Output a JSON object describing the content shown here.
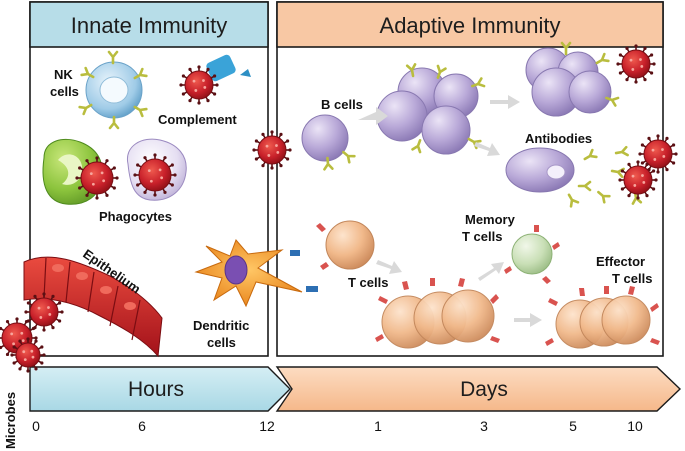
{
  "panels": {
    "innate_title": "Innate Immunity",
    "adaptive_title": "Adaptive Immunity"
  },
  "labels": {
    "nk_cells_line1": "NK",
    "nk_cells_line2": "cells",
    "complement": "Complement",
    "phagocytes": "Phagocytes",
    "epithelium": "Epithelium",
    "dendritic_line1": "Dendritic",
    "dendritic_line2": "cells",
    "microbes": "Microbes",
    "b_cells": "B cells",
    "antibodies": "Antibodies",
    "t_cells": "T cells",
    "memory_line1": "Memory",
    "memory_line2": "T cells",
    "effector_line1": "Effector",
    "effector_line2": "T cells"
  },
  "timeline": {
    "hours_label": "Hours",
    "days_label": "Days",
    "ticks": [
      "0",
      "6",
      "12",
      "1",
      "3",
      "5",
      "10"
    ]
  },
  "colors": {
    "innate_header": "#b7dde8",
    "adaptive_header": "#f8c8a4",
    "microbe": "#c8202a",
    "b_cell": "#b7a6d6",
    "t_cell": "#f0b98c",
    "epithelium": "#d62b2b",
    "dendritic": "#f39a25",
    "antibody": "#d8dc60"
  }
}
